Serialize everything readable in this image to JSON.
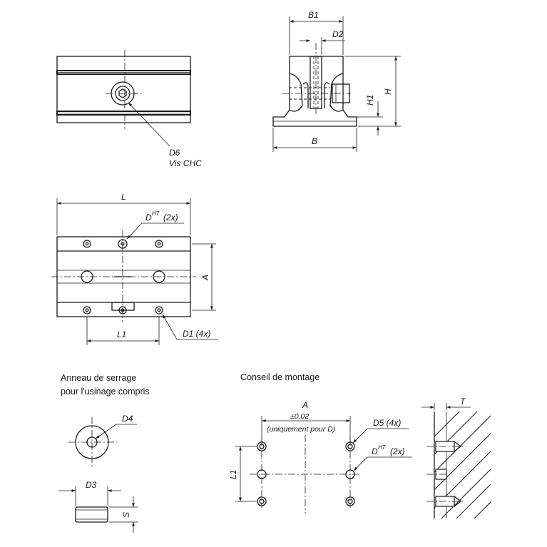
{
  "labels": {
    "b1": "B1",
    "d2": "D2",
    "h": "H",
    "h1": "H1",
    "b": "B",
    "d6": "D6",
    "vis_chc": "Vis CHC",
    "l": "L",
    "dh7_2x": "(2x)",
    "d_letter": "D",
    "h7_sup": "H7",
    "a_top": "A",
    "l1_top": "L1",
    "d1_4x": "D1 (4x)",
    "d4": "D4",
    "d3": "D3",
    "s": "S",
    "a_bottom": "A",
    "tolerance": "±0,02",
    "uniquement": "(uniquement pour D)",
    "d5_4x": "D5 (4x)",
    "l1_bottom": "L1",
    "t": "T"
  },
  "notes": {
    "anneau_line1": "Anneau de serrage",
    "anneau_line2": "pour l'usinage compris",
    "conseil": "Conseil de montage"
  }
}
